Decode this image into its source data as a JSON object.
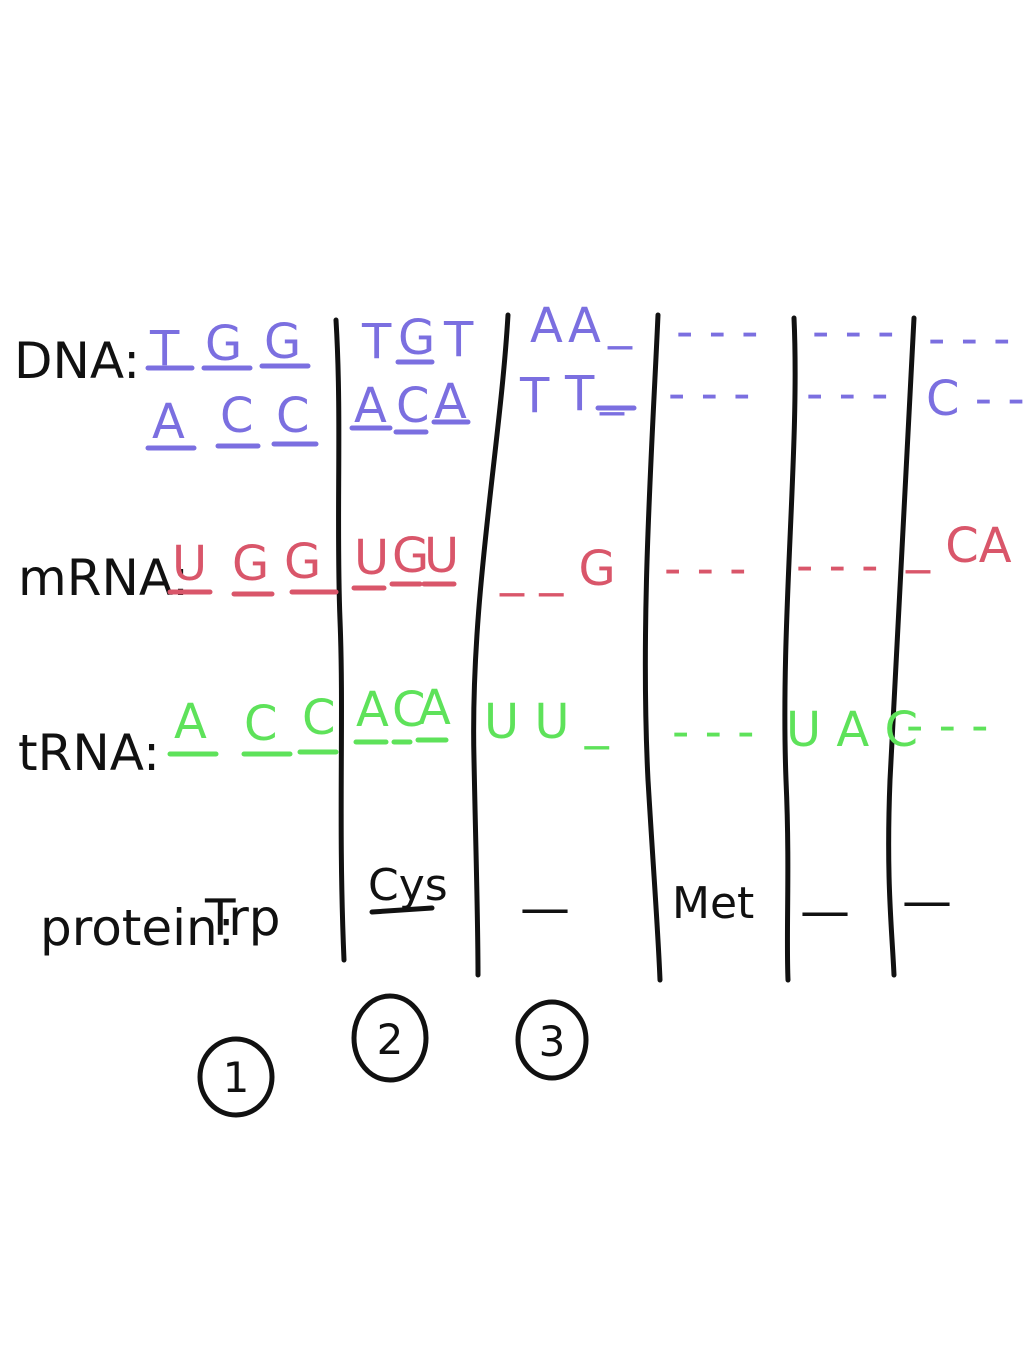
{
  "colors": {
    "dna": "#7b6fe0",
    "mrna": "#d9566a",
    "trna": "#5ee25a",
    "ink": "#111111"
  },
  "labels": {
    "dna": "DNA:",
    "mrna": "mRNA:",
    "trna": "tRNA:",
    "protein": "protein:"
  },
  "dna_top": [
    "T",
    "G",
    "G",
    "T",
    "G",
    "T",
    "A",
    "A",
    "_",
    "- - -",
    "- - -",
    "- - -"
  ],
  "dna_bottom": [
    "A",
    "C",
    "C",
    "A",
    "C",
    "A",
    "T",
    "T",
    "_",
    "- - -",
    "- - -",
    "C - -"
  ],
  "mrna": [
    "U",
    "G",
    "G",
    "U",
    "G",
    "U",
    "_ _ G",
    "- - -",
    "- - -",
    "_ CA"
  ],
  "trna": [
    "A",
    "C",
    "C",
    "A",
    "C",
    "A",
    "U U _",
    "- - -",
    "U A C",
    "- - -"
  ],
  "protein": [
    "Trp",
    "Cys",
    "—",
    "Met",
    "—",
    "—"
  ],
  "circled": [
    "1",
    "2",
    "3"
  ]
}
